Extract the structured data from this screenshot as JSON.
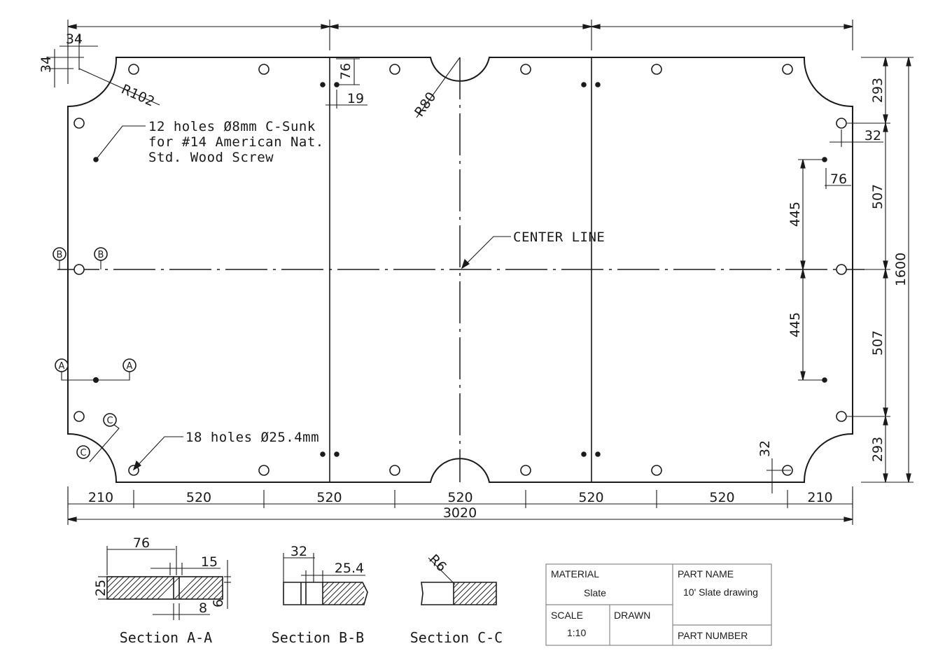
{
  "dimensions": {
    "top_inset_h": "34",
    "top_inset_v": "34",
    "corner_radius": "R102",
    "side_radius": "R80",
    "hole_76_vert": "76",
    "hole_19": "19",
    "right_293_top": "293",
    "right_32_top": "32",
    "right_76": "76",
    "right_507_top": "507",
    "right_445_top": "445",
    "overall_height": "1600",
    "right_445_bottom": "445",
    "right_507_bottom": "507",
    "right_293_bottom": "293",
    "bottom_32": "32",
    "bottom_spacing": [
      "210",
      "520",
      "520",
      "520",
      "520",
      "520",
      "210"
    ],
    "overall_length": "3020"
  },
  "notes": {
    "screw_holes_line1": "12 holes Ø8mm C-Sunk",
    "screw_holes_line2": "for #14 American Nat.",
    "screw_holes_line3": "Std. Wood Screw",
    "center_line": "CENTER LINE",
    "bolt_holes": "18 holes Ø25.4mm"
  },
  "section_markers": {
    "a": "A",
    "b": "B",
    "c": "C"
  },
  "sections": {
    "a": {
      "title": "Section A-A",
      "dim_width": "76",
      "dim_top": "15",
      "dim_height": "25",
      "dim_bottom": "8",
      "dim_side": "6"
    },
    "b": {
      "title": "Section B-B",
      "dim_left": "32",
      "dim_hole": "25.4"
    },
    "c": {
      "title": "Section C-C",
      "dim_radius": "R6"
    }
  },
  "title_block": {
    "material_label": "MATERIAL",
    "material_value": "Slate",
    "part_name_label": "PART NAME",
    "part_name_value": "10' Slate drawing",
    "scale_label": "SCALE",
    "scale_value": "1:10",
    "drawn_label": "DRAWN",
    "part_number_label": "PART NUMBER"
  }
}
